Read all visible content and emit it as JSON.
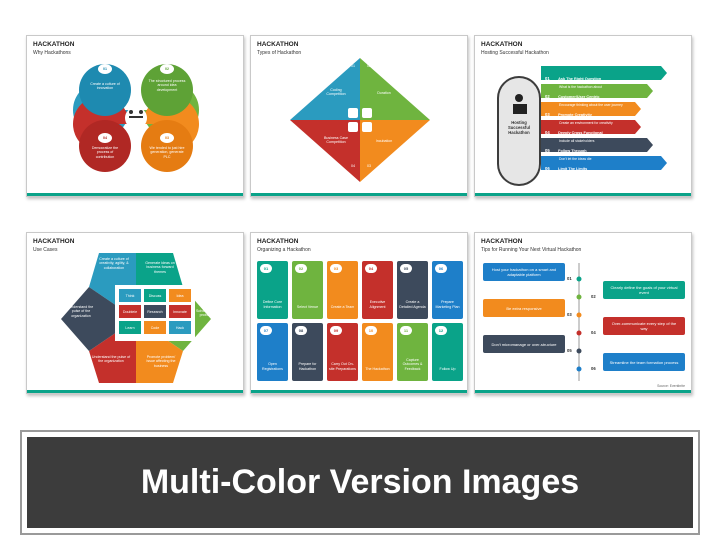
{
  "banner": {
    "text": "Multi-Color Version Images"
  },
  "slides": [
    {
      "title": "HACKATHON",
      "subtitle": "Why Hackathons",
      "items": [
        {
          "num": "01",
          "text": "Create a culture of innovation"
        },
        {
          "num": "02",
          "text": "The structured process around idea development"
        },
        {
          "num": "04",
          "text": "Democratize the process of contribution"
        },
        {
          "num": "03",
          "text": "We tended to just hire generation, generate PLC"
        }
      ]
    },
    {
      "title": "HACKATHON",
      "subtitle": "Types of Hackathon",
      "items": [
        {
          "num": "01",
          "text": "Coding Competition"
        },
        {
          "num": "02",
          "text": "Duration"
        },
        {
          "num": "04",
          "text": "Business Case Competition"
        },
        {
          "num": "03",
          "text": "Incubation"
        }
      ]
    },
    {
      "title": "HACKATHON",
      "subtitle": "Hosting Successful Hackathon",
      "center": "Hosting Successful Hackathon",
      "steps": [
        {
          "num": "01",
          "head": "Ask The Right Question",
          "body": "What is the hackathon about"
        },
        {
          "num": "02",
          "head": "Customer/User Centric",
          "body": "Encourage thinking about the user journey"
        },
        {
          "num": "03",
          "head": "Promote Creativity",
          "body": "Create an environment for creativity"
        },
        {
          "num": "04",
          "head": "Deeply Cross Functional",
          "body": "Include all stakeholders"
        },
        {
          "num": "05",
          "head": "Follow Through",
          "body": "Don't let the ideas die"
        },
        {
          "num": "06",
          "head": "Limit The Limits",
          "body": "Don't put too many restrictions"
        }
      ]
    },
    {
      "title": "HACKATHON",
      "subtitle": "Use Cases",
      "outer": [
        "Create a culture of creativity, agility, & collaboration",
        "Generate ideas on business forward themes",
        "Solve specific problems",
        "Promote problem/ issue affecting the business",
        "Understand the pulse of the organization",
        "Understand the pulse of the organization"
      ],
      "grid": [
        "Think",
        "Discuss",
        "Idea",
        "Doubleie",
        "Research",
        "Innovate",
        "Learn",
        "Code",
        "Hack"
      ]
    },
    {
      "title": "HACKATHON",
      "subtitle": "Organizing a Hackathon",
      "tiles": [
        {
          "num": "01",
          "text": "Define Core Information"
        },
        {
          "num": "02",
          "text": "Select Venue"
        },
        {
          "num": "03",
          "text": "Create a Team"
        },
        {
          "num": "04",
          "text": "Executive Alignment"
        },
        {
          "num": "05",
          "text": "Create a Detailed Agenda"
        },
        {
          "num": "06",
          "text": "Prepare Marketing Plan"
        },
        {
          "num": "07",
          "text": "Open Registrations"
        },
        {
          "num": "08",
          "text": "Prepare for Hackathon"
        },
        {
          "num": "09",
          "text": "Carry Out On-site Preparations"
        },
        {
          "num": "10",
          "text": "The Hackathon"
        },
        {
          "num": "11",
          "text": "Capture Outcomes & Feedback"
        },
        {
          "num": "12",
          "text": "Follow Up"
        }
      ]
    },
    {
      "title": "HACKATHON",
      "subtitle": "Tips for Running Your Next Virtual Hackathon",
      "tips": [
        {
          "num": "01",
          "text": "Host your hackathon on a smart and adaptable platform"
        },
        {
          "num": "02",
          "text": "Clearly define the goals of your virtual event"
        },
        {
          "num": "03",
          "text": "Be extra responsive"
        },
        {
          "num": "04",
          "text": "Over-communicate every step of the way"
        },
        {
          "num": "05",
          "text": "Don't micromanage or over-structure"
        },
        {
          "num": "06",
          "text": "Streamline the team formation process"
        }
      ],
      "source": "Source: Eventbrite"
    }
  ]
}
